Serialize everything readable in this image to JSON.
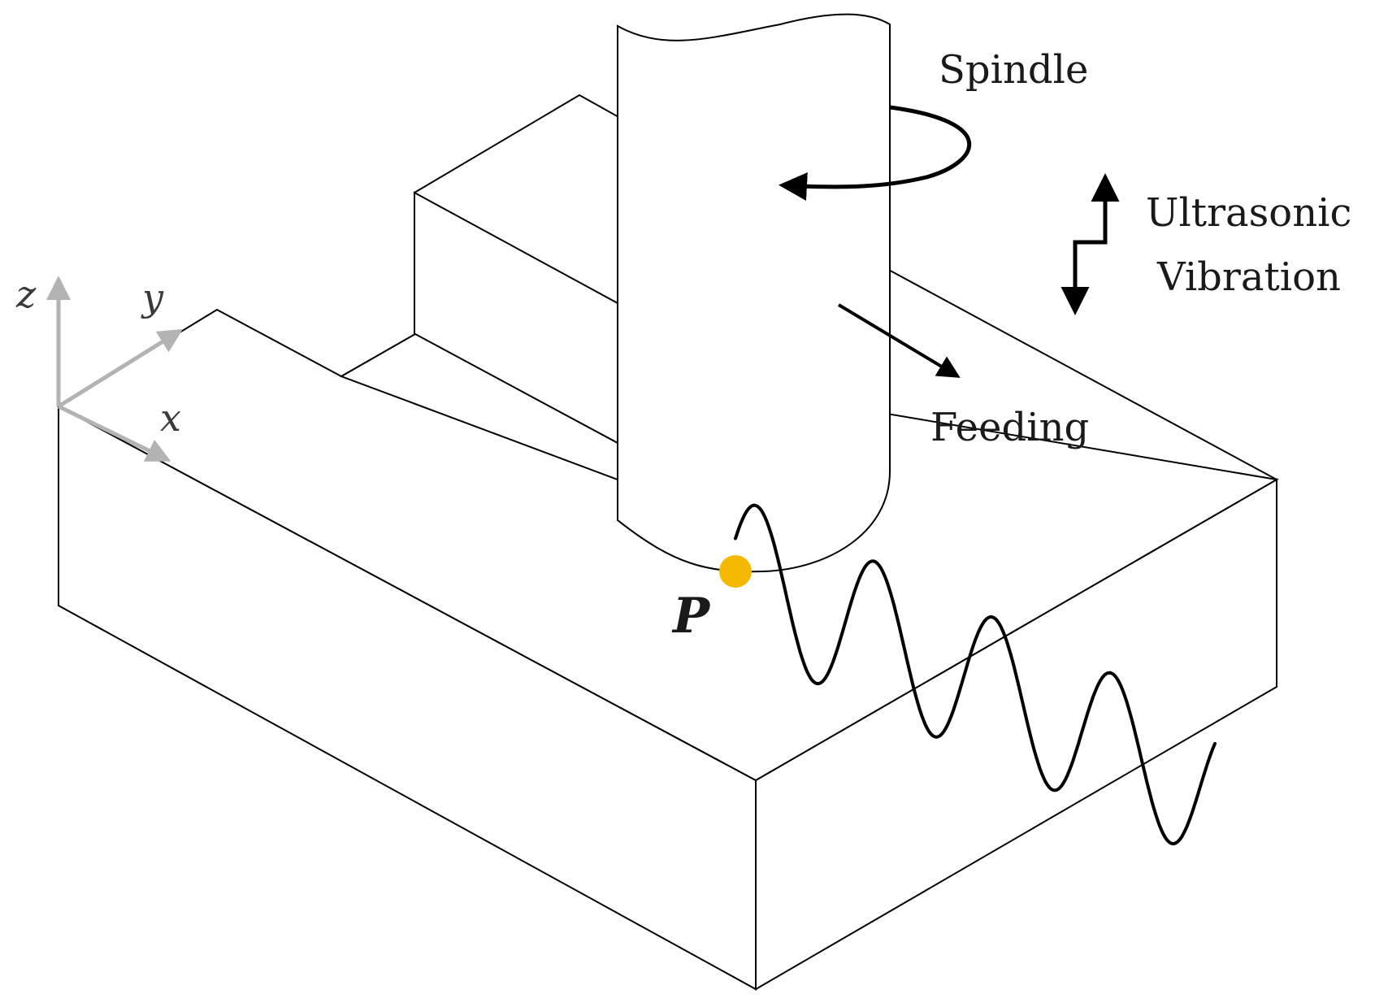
{
  "labels": {
    "spindle": "Spindle",
    "ultrasonic_line1": "Ultrasonic",
    "ultrasonic_line2": "Vibration",
    "feeding": "Feeding",
    "point": "P"
  },
  "axes": {
    "z": "z",
    "y": "y",
    "x": "x"
  },
  "colors": {
    "point_marker": "#f5b800",
    "axis_arrows": "#b3b3b3",
    "outline": "#000000"
  }
}
